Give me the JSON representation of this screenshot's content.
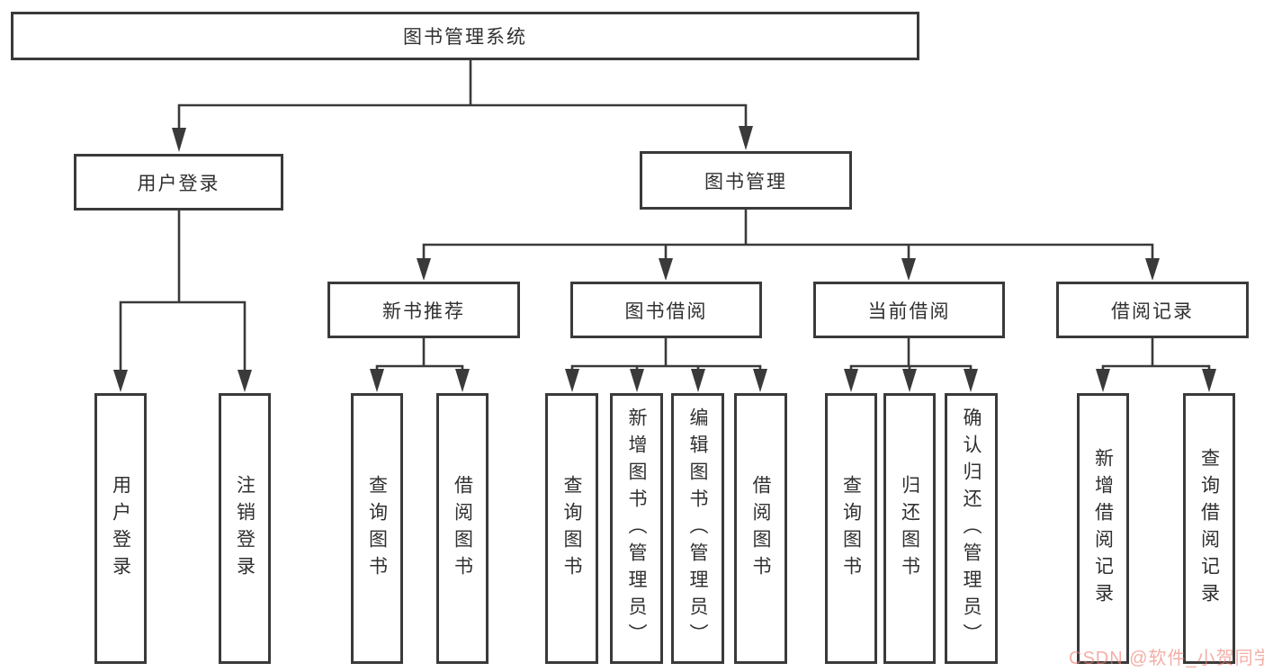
{
  "diagram": {
    "root": "图书管理系统",
    "level1": {
      "user_login": "用户登录",
      "book_management": "图书管理"
    },
    "level2": {
      "new_book_recommend": "新书推荐",
      "book_borrow": "图书借阅",
      "current_borrow": "当前借阅",
      "borrow_records": "借阅记录"
    },
    "leaves": [
      "用户登录",
      "注销登录",
      "查询图书",
      "借阅图书",
      "查询图书",
      "新增图书（管理员）",
      "编辑图书（管理员）",
      "借阅图书",
      "查询图书",
      "归还图书",
      "确认归还（管理员）",
      "新增借阅记录",
      "查询借阅记录"
    ],
    "colors": {
      "line": "#3a3a3a",
      "text": "#303030",
      "watermark": "#eb7d70"
    }
  },
  "watermark": "CSDN @软件_小贺同学"
}
